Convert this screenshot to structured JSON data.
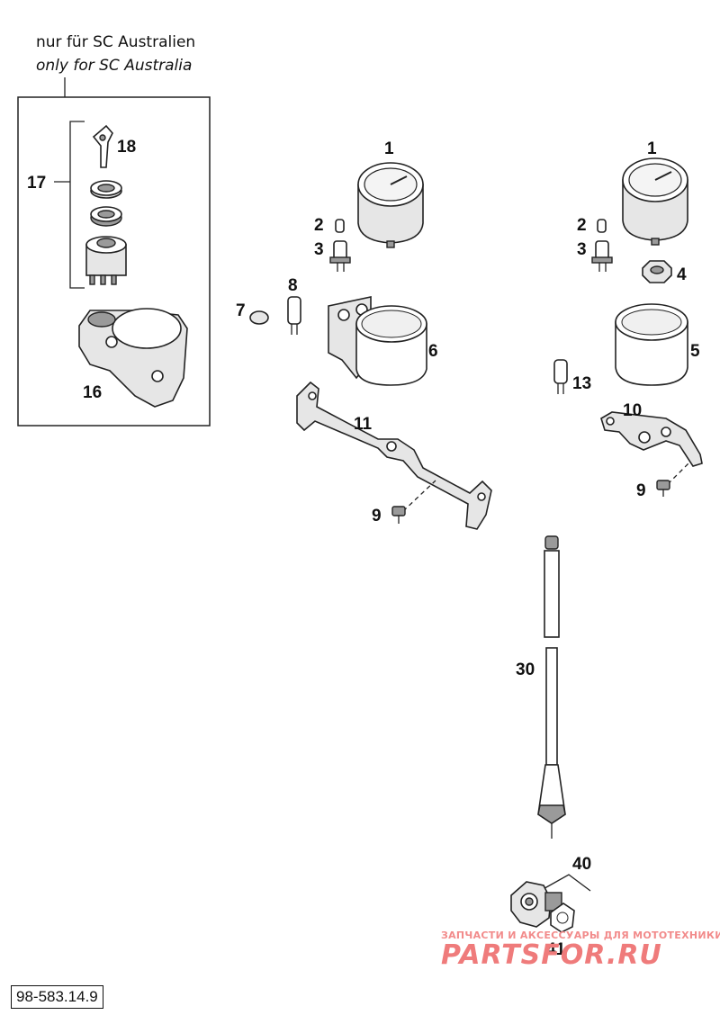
{
  "note": {
    "line_de": "nur für SC Australien",
    "line_en": "only for SC Australia"
  },
  "reference_code": "98-583.14.9",
  "watermark": {
    "line1": "ЗАПЧАСТИ И АКСЕССУАРЫ ДЛЯ МОТОТЕХНИКИ",
    "line2": "PARTSFOR.RU"
  },
  "parts": {
    "p1a": "1",
    "p1b": "1",
    "p2a": "2",
    "p2b": "2",
    "p3a": "3",
    "p3b": "3",
    "p4": "4",
    "p5": "5",
    "p6": "6",
    "p7": "7",
    "p8": "8",
    "p9a": "9",
    "p9b": "9",
    "p10": "10",
    "p11": "11",
    "p13": "13",
    "p16": "16",
    "p17": "17",
    "p18": "18",
    "p30": "30",
    "p40": "40",
    "p41": "41"
  }
}
